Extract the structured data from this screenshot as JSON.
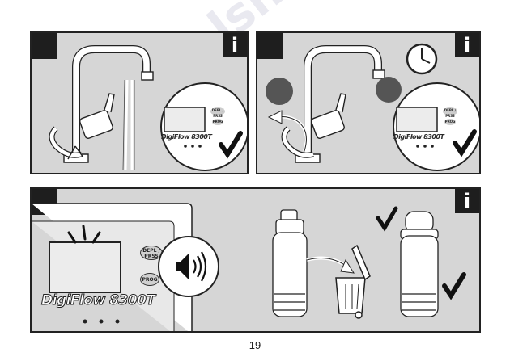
{
  "page": {
    "number": "19",
    "watermark": "manualshive.com"
  },
  "panels": [
    {
      "info_glyph": "i",
      "brand": "DigiFlow 8300T",
      "button_top": "DEPL / PRSS",
      "button_prog": "PROG",
      "icons": [
        "faucet-icon",
        "water-stream-icon",
        "checkmark-icon"
      ]
    },
    {
      "info_glyph": "i",
      "brand": "DigiFlow 8300T",
      "button_top": "DEPL / PRSS",
      "button_prog": "PROG",
      "icons": [
        "faucet-icon",
        "clock-icon",
        "rotate-arrow-icon",
        "checkmark-icon"
      ]
    },
    {
      "info_glyph": "i",
      "brand": "DigiFlow 8300T",
      "button_top": "DEPL / PRSS",
      "button_prog": "PROG",
      "icons": [
        "speaker-icon",
        "filter-cartridge-icon",
        "trash-bin-icon",
        "checkmark-icon"
      ]
    }
  ],
  "colors": {
    "panel_bg": "#d6d6d6",
    "dark": "#1e1e1e",
    "marker": "#555555"
  }
}
